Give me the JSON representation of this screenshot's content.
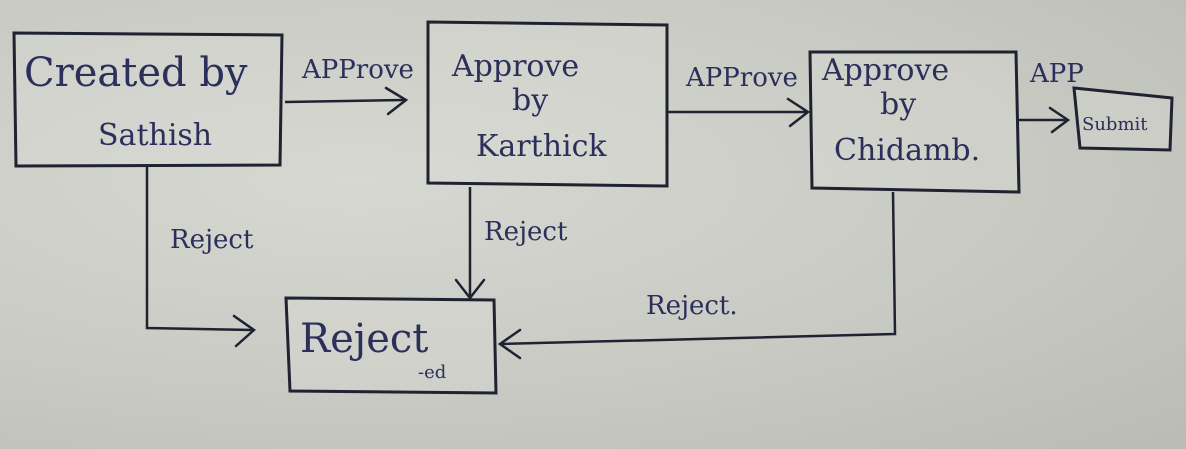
{
  "nodes": {
    "created": {
      "line1": "Created by",
      "line2": "Sathish"
    },
    "karthick": {
      "line1": "Approve",
      "line2": "by",
      "line3": "Karthick"
    },
    "chidamb": {
      "line1": "Approve",
      "line2": "by",
      "line3": "Chidamb."
    },
    "submit": {
      "label": "Submit"
    },
    "rejected": {
      "line1": "Reject",
      "line2": "-ed"
    }
  },
  "edges": {
    "approve1": "APProve",
    "approve2": "APProve",
    "approve3": "APP",
    "reject1": "Reject",
    "reject2": "Reject",
    "reject3": "Reject."
  }
}
